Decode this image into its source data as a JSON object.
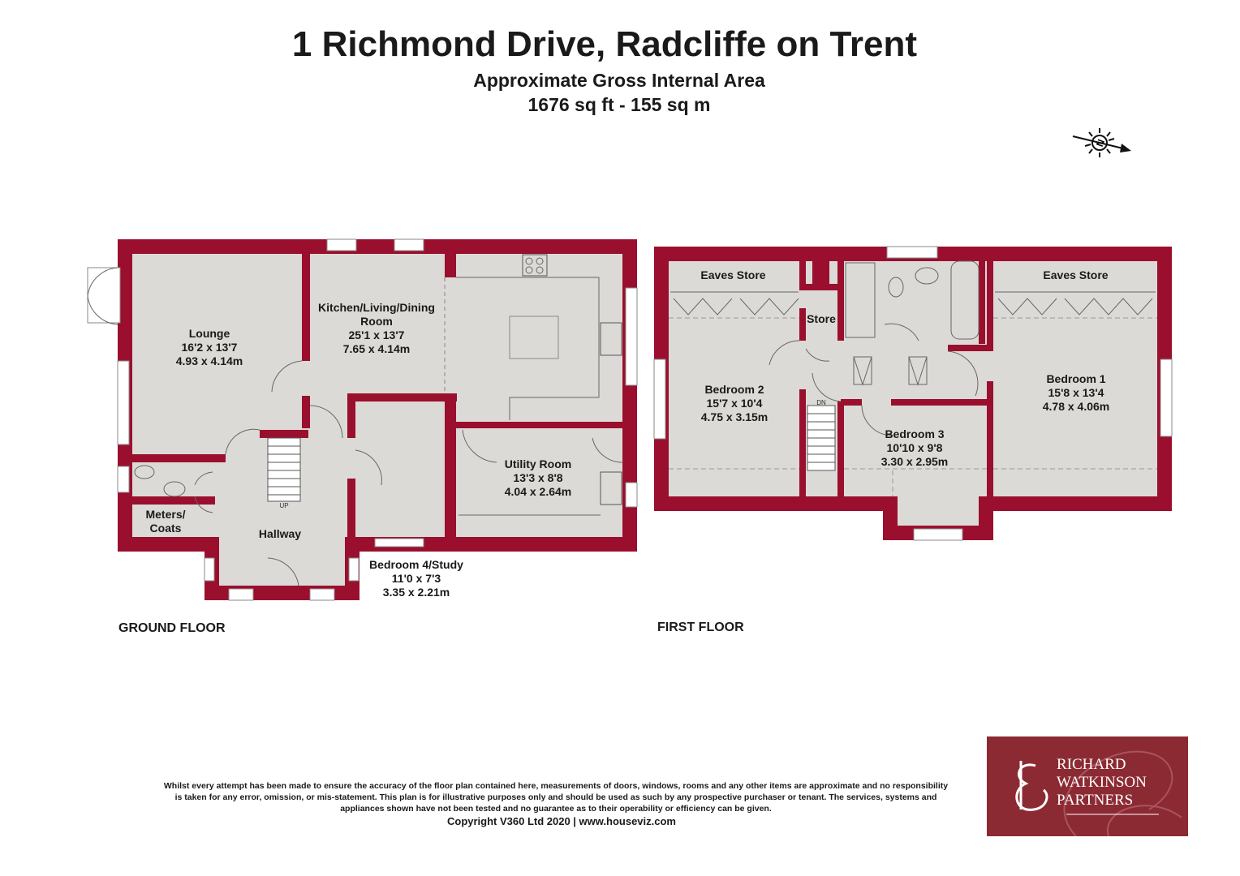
{
  "header": {
    "title": "1 Richmond Drive, Radcliffe on Trent",
    "subtitle": "Approximate Gross Internal Area",
    "area": "1676 sq ft - 155 sq m"
  },
  "colors": {
    "wall": "#9b0f2e",
    "floor": "#dcdad6",
    "logo_bg": "#8c2a33"
  },
  "ground_floor": {
    "label": "GROUND FLOOR",
    "rooms": [
      {
        "name": "Lounge",
        "imperial": "16'2 x 13'7",
        "metric": "4.93 x 4.14m"
      },
      {
        "name": "Kitchen/Living/Dining",
        "name2": "Room",
        "imperial": "25'1 x 13'7",
        "metric": "7.65 x 4.14m"
      },
      {
        "name": "Utility Room",
        "imperial": "13'3 x 8'8",
        "metric": "4.04 x 2.64m"
      },
      {
        "name": "Meters/",
        "name2": "Coats"
      },
      {
        "name": "Hallway"
      },
      {
        "name": "Bedroom 4/Study",
        "imperial": "11'0 x 7'3",
        "metric": "3.35 x 2.21m"
      }
    ],
    "stair_label": "UP"
  },
  "first_floor": {
    "label": "FIRST FLOOR",
    "rooms": [
      {
        "name": "Eaves Store"
      },
      {
        "name": "Eaves Store"
      },
      {
        "name": "Store"
      },
      {
        "name": "Bedroom 2",
        "imperial": "15'7 x 10'4",
        "metric": "4.75 x 3.15m"
      },
      {
        "name": "Bedroom 1",
        "imperial": "15'8 x 13'4",
        "metric": "4.78 x 4.06m"
      },
      {
        "name": "Bedroom 3",
        "imperial": "10'10 x 9'8",
        "metric": "3.30 x 2.95m"
      }
    ],
    "stair_label": "DN"
  },
  "compass": {
    "icon": "north-arrow-icon",
    "label": "N"
  },
  "footer": {
    "disclaimer_1": "Whilst every attempt has been made to ensure the accuracy of the floor plan contained here, measurements of doors, windows, rooms and any other items are approximate and no responsibility",
    "disclaimer_2": "is taken for any error, omission, or mis-statement. This plan is for illustrative purposes only and should be used as such by any prospective purchaser or tenant. The services, systems and",
    "disclaimer_3": "appliances shown have not been tested and no guarantee as to their operability or efficiency can be given.",
    "copyright": "Copyright V360 Ltd 2020 | www.houseviz.com"
  },
  "logo": {
    "line1": "RICHARD",
    "line2": "WATKINSON",
    "line3": "PARTNERS"
  }
}
